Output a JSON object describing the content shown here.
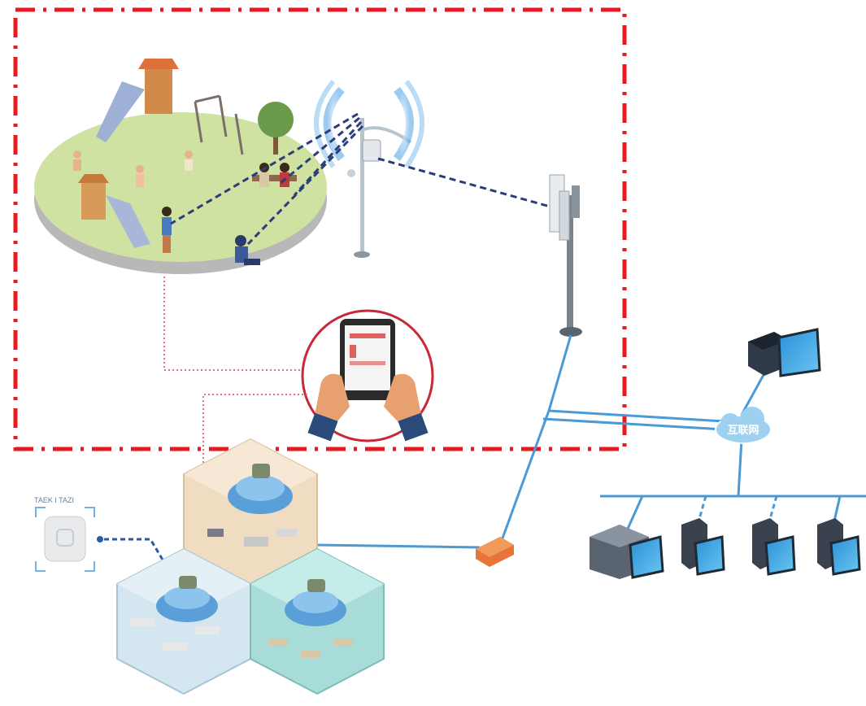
{
  "cloud": {
    "label": "互联网"
  },
  "access_point": {
    "label": "TAEK I TAZI"
  },
  "colors": {
    "boundary": "#e8191f",
    "wireless_link": "#2b3d7a",
    "network_cable": "#4a9ad6",
    "wired_link": "#e0708a",
    "cloud": "#9ed0ef",
    "park_grass": "#cfe2a2"
  },
  "icons": [
    "playground-park",
    "wifi-antenna-pole",
    "wifi-signal-waves",
    "cpe-bridge-tower",
    "tablet-hand",
    "internet-cloud",
    "server-monitor",
    "server-rack",
    "firewall",
    "ceiling-access-point",
    "cafe-room",
    "classroom",
    "lab-room"
  ]
}
